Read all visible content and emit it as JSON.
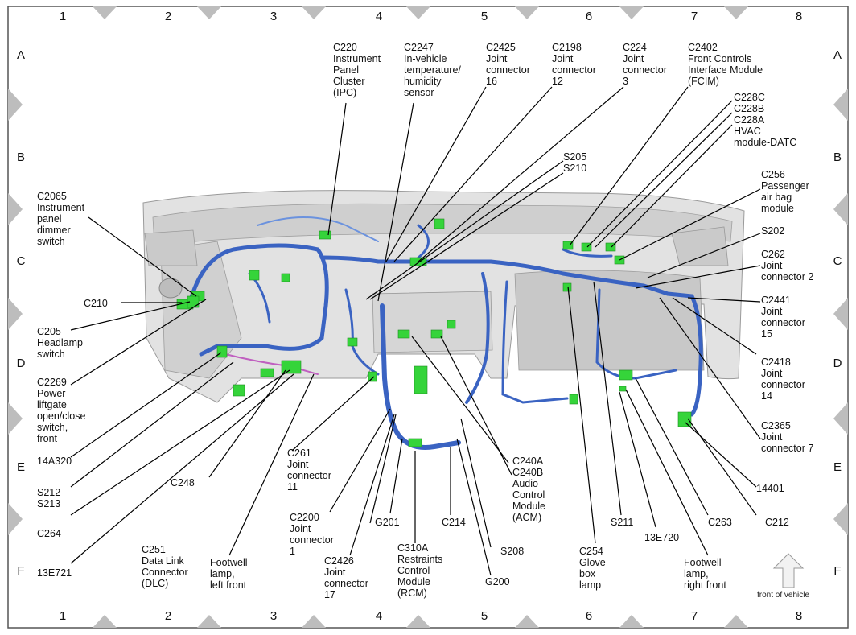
{
  "grid": {
    "columns": [
      "1",
      "2",
      "3",
      "4",
      "5",
      "6",
      "7",
      "8"
    ],
    "rows": [
      "A",
      "B",
      "C",
      "D",
      "E",
      "F"
    ]
  },
  "labels": {
    "c220": "C220\nInstrument\nPanel\nCluster\n(IPC)",
    "c2247": "C2247\nIn-vehicle\ntemperature/\nhumidity\nsensor",
    "c2425": "C2425\nJoint\nconnector\n16",
    "c2198": "C2198\nJoint\nconnector\n12",
    "c224": "C224\nJoint\nconnector\n3",
    "c2402": "C2402\nFront Controls\nInterface Module\n(FCIM)",
    "c228": "C228C\nC228B\nC228A\nHVAC\nmodule-DATC",
    "s205": "S205\nS210",
    "c2065": "C2065\nInstrument\npanel\ndimmer\nswitch",
    "c256": "C256\nPassenger\nair bag\nmodule",
    "s202": "S202",
    "c262": "C262\nJoint\nconnector 2",
    "c210": "C210",
    "c2441": "C2441\nJoint\nconnector\n15",
    "c205": "C205\nHeadlamp\nswitch",
    "c2418": "C2418\nJoint\nconnector\n14",
    "c2269": "C2269\nPower\nliftgate\nopen/close\nswitch,\nfront",
    "c2365": "C2365\nJoint\nconnector 7",
    "14a320": "14A320",
    "c261": "C261\nJoint\nconnector\n11",
    "c240": "C240A\nC240B\nAudio\nControl\nModule\n(ACM)",
    "s212": "S212\nS213",
    "c248": "C248",
    "14401": "14401",
    "c2200": "C2200\nJoint\nconnector\n1",
    "c264": "C264",
    "g201": "G201",
    "c214": "C214",
    "s211": "S211",
    "c263": "C263",
    "c212": "C212",
    "13e720": "13E720",
    "c251": "C251\nData Link\nConnector\n(DLC)",
    "footwell_left": "Footwell\nlamp,\nleft front",
    "c310a": "C310A\nRestraints\nControl\nModule\n(RCM)",
    "s208": "S208",
    "c254": "C254\nGlove\nbox\nlamp",
    "footwell_right": "Footwell\nlamp,\nright front",
    "13e721": "13E721",
    "c2426": "C2426\nJoint\nconnector\n17",
    "g200": "G200"
  },
  "orientation": {
    "text": "front of vehicle",
    "icon": "arrow-up-icon"
  },
  "colors": {
    "harness": "#3a63c2",
    "harness_light": "#6b92de",
    "connector": "#35d43a",
    "dashboard": "#d9d9d9",
    "marker": "#b3b3b3",
    "leader": "#000000"
  }
}
